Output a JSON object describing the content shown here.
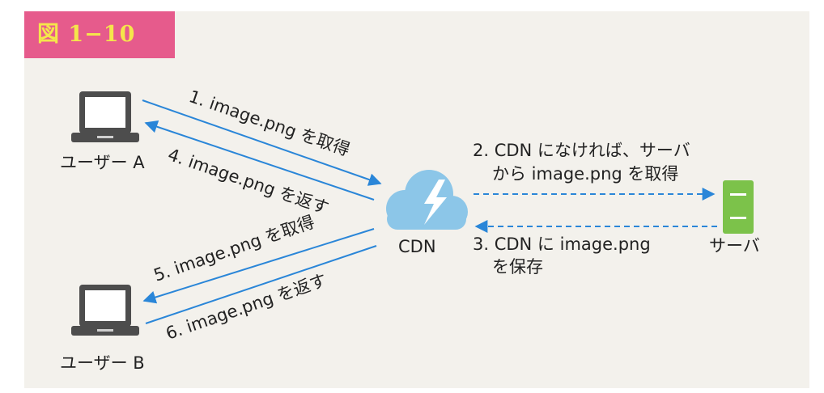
{
  "figure_label": "図 1−10",
  "nodes": {
    "user_a": "ユーザー A",
    "user_b": "ユーザー B",
    "cdn": "CDN",
    "server": "サーバ"
  },
  "edges": {
    "step1": "1. image.png を取得",
    "step4": "4. image.png を返す",
    "step2_line1": "2. CDN になければ、サーバ",
    "step2_line2": "から image.png を取得",
    "step3_line1": "3. CDN に image.png",
    "step3_line2": "を保存",
    "step5": "5. image.png を取得",
    "step6": "6. image.png を返す"
  },
  "colors": {
    "arrow": "#2a86d8",
    "cloud": "#8cc6e8",
    "server": "#7cc24a",
    "laptop": "#4d4d4d",
    "label_bg": "#e65b8c",
    "label_text": "#f5e64b"
  }
}
